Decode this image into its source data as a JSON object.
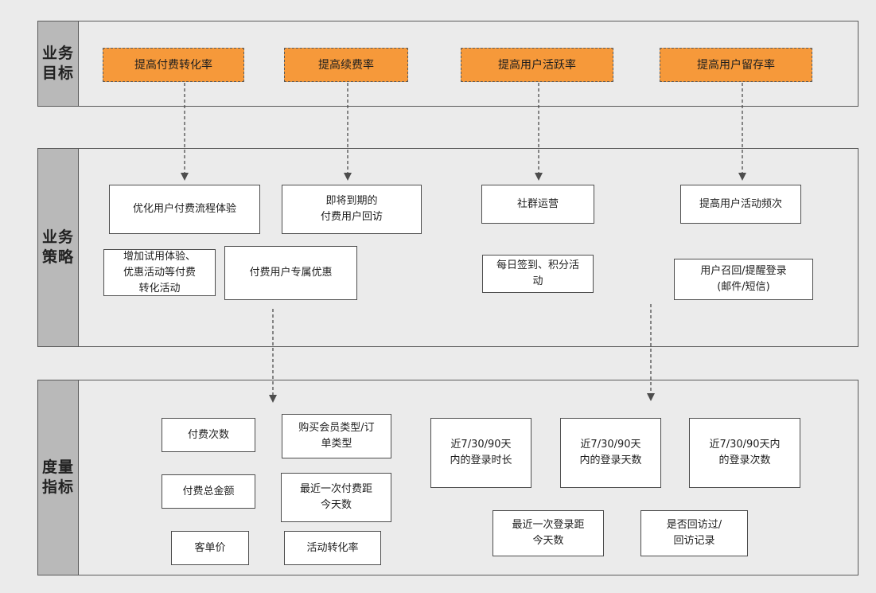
{
  "rows": {
    "goals": {
      "label": "业务目标"
    },
    "strategies": {
      "label": "业务策略"
    },
    "metrics": {
      "label": "度量指标"
    }
  },
  "goals": [
    "提高付费转化率",
    "提高续费率",
    "提高用户活跃率",
    "提高用户留存率"
  ],
  "strategies": [
    "优化用户付费流程体验",
    "即将到期的\n付费用户回访",
    "社群运营",
    "提高用户活动频次",
    "增加试用体验、\n优惠活动等付费\n转化活动",
    "付费用户专属优惠",
    "每日签到、积分活\n动",
    "用户召回/提醒登录\n(邮件/短信)"
  ],
  "metrics": [
    "付费次数",
    "购买会员类型/订\n单类型",
    "付费总金额",
    "最近一次付费距\n今天数",
    "客单价",
    "活动转化率",
    "近7/30/90天\n内的登录时长",
    "近7/30/90天\n内的登录天数",
    "近7/30/90天内\n的登录次数",
    "最近一次登录距\n今天数",
    "是否回访过/\n回访记录"
  ],
  "colors": {
    "goal_fill": "#f6993a",
    "label_fill": "#b9b9b9",
    "border": "#5a5a5a"
  }
}
